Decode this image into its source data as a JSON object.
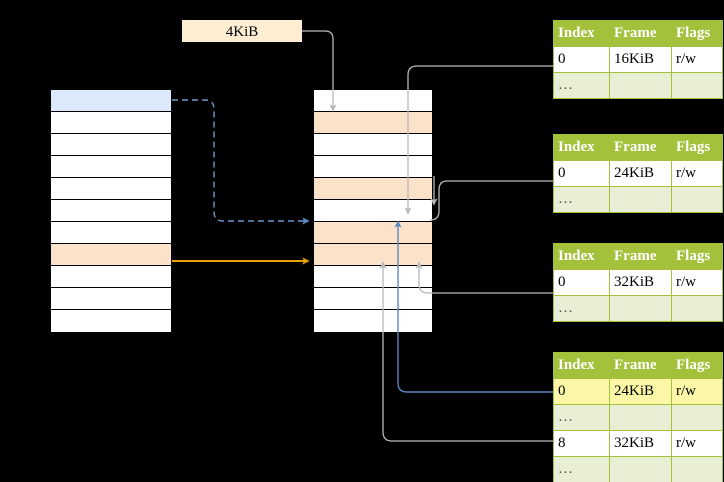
{
  "diagram": {
    "title_label": "4KiB",
    "colors": {
      "header_green": "#a3c13a",
      "alt_row_green": "#e8efd4",
      "highlight_yellow": "#fbf7a6",
      "peach": "#fde2ca",
      "blue_row": "#dce9fa",
      "orange_arrow": "#e6a00a",
      "blue_arrow": "#5b87c4",
      "grey_arrow": "#b3b3b3"
    },
    "page_box": {
      "label": "4KiB"
    },
    "left_column": {
      "name": "left-column-table",
      "row_count": 11,
      "rows": [
        {
          "label": "",
          "fill": "blue"
        },
        {
          "label": "",
          "fill": "white"
        },
        {
          "label": "",
          "fill": "white"
        },
        {
          "label": "",
          "fill": "white"
        },
        {
          "label": "",
          "fill": "white"
        },
        {
          "label": "",
          "fill": "white"
        },
        {
          "label": "",
          "fill": "white"
        },
        {
          "label": "",
          "fill": "peach"
        },
        {
          "label": "",
          "fill": "white"
        },
        {
          "label": "",
          "fill": "white"
        },
        {
          "label": "",
          "fill": "white"
        }
      ]
    },
    "middle_column": {
      "name": "middle-column-table",
      "row_count": 11,
      "rows": [
        {
          "label": "",
          "fill": "white"
        },
        {
          "label": "",
          "fill": "peach"
        },
        {
          "label": "",
          "fill": "white"
        },
        {
          "label": "",
          "fill": "white"
        },
        {
          "label": "",
          "fill": "peach"
        },
        {
          "label": "",
          "fill": "white"
        },
        {
          "label": "",
          "fill": "peach"
        },
        {
          "label": "",
          "fill": "peach"
        },
        {
          "label": "",
          "fill": "white"
        },
        {
          "label": "",
          "fill": "white"
        },
        {
          "label": "",
          "fill": "white"
        }
      ]
    },
    "tables": [
      {
        "name": "frame-table-1",
        "headers": [
          "Index",
          "Frame",
          "Flags"
        ],
        "rows": [
          {
            "cells": [
              "0",
              "16KiB",
              "r/w"
            ],
            "style": "normal",
            "highlight": [
              false,
              false,
              false
            ]
          },
          {
            "cells": [
              "…",
              "",
              ""
            ],
            "style": "alt",
            "highlight": [
              false,
              false,
              false
            ]
          }
        ]
      },
      {
        "name": "frame-table-2",
        "headers": [
          "Index",
          "Frame",
          "Flags"
        ],
        "rows": [
          {
            "cells": [
              "0",
              "24KiB",
              "r/w"
            ],
            "style": "normal",
            "highlight": [
              false,
              false,
              false
            ]
          },
          {
            "cells": [
              "…",
              "",
              ""
            ],
            "style": "alt",
            "highlight": [
              false,
              false,
              false
            ]
          }
        ]
      },
      {
        "name": "frame-table-3",
        "headers": [
          "Index",
          "Frame",
          "Flags"
        ],
        "rows": [
          {
            "cells": [
              "0",
              "32KiB",
              "r/w"
            ],
            "style": "normal",
            "highlight": [
              false,
              false,
              false
            ]
          },
          {
            "cells": [
              "…",
              "",
              ""
            ],
            "style": "alt",
            "highlight": [
              false,
              false,
              false
            ]
          }
        ]
      },
      {
        "name": "frame-table-4",
        "headers": [
          "Index",
          "Frame",
          "Flags"
        ],
        "rows": [
          {
            "cells": [
              "0",
              "24KiB",
              "r/w"
            ],
            "style": "normal",
            "highlight": [
              true,
              true,
              true
            ]
          },
          {
            "cells": [
              "…",
              "",
              ""
            ],
            "style": "alt",
            "highlight": [
              false,
              false,
              false
            ]
          },
          {
            "cells": [
              "8",
              "32KiB",
              "r/w"
            ],
            "style": "normal",
            "highlight": [
              false,
              false,
              false
            ]
          },
          {
            "cells": [
              "…",
              "",
              ""
            ],
            "style": "alt",
            "highlight": [
              false,
              false,
              false
            ]
          }
        ]
      }
    ]
  }
}
